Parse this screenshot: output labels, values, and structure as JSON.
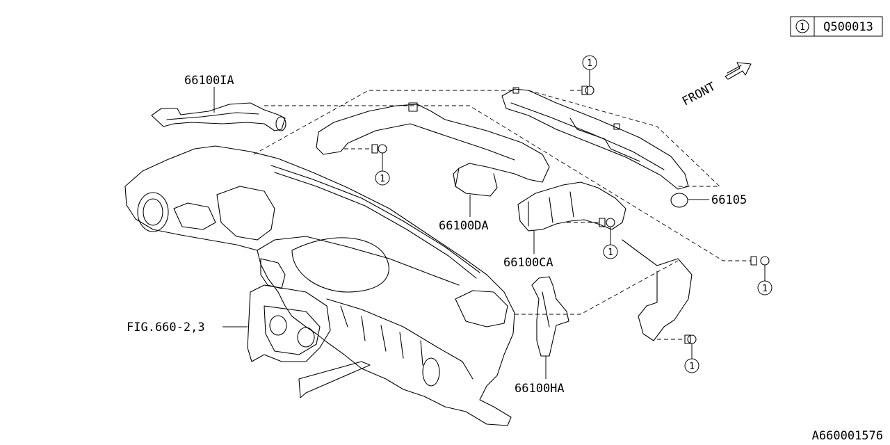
{
  "legend": {
    "callout_number": "1",
    "part_number": "Q500013"
  },
  "front_label": "FRONT",
  "labels": {
    "duct_ia": "66100IA",
    "duct_da": "66100DA",
    "duct_ca": "66100CA",
    "duct_ha": "66100HA",
    "nozzle": "66105",
    "fig_ref": "FIG.660-2,3"
  },
  "callouts": {
    "screw": "1"
  },
  "diagram_id": "A660001576"
}
